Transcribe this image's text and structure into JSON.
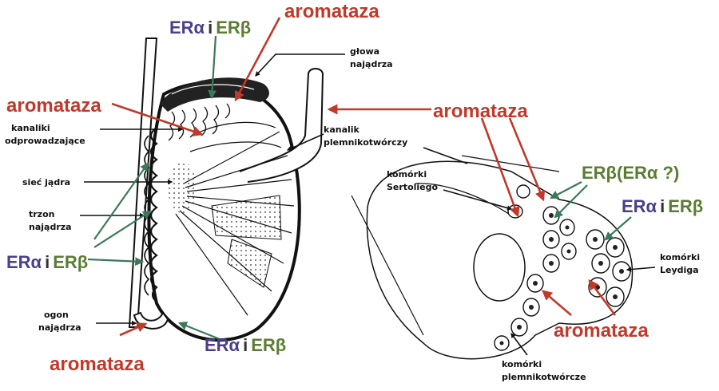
{
  "colors": {
    "aromatase_red": "#c0392b",
    "er_alpha_purple": "#4a3f8c",
    "er_beta_green": "#5a7d32",
    "line": "#111111"
  },
  "labels": {
    "aromataza": "aromataza",
    "era": "ERα",
    "i": "i",
    "erb": "ERβ",
    "erb_paren": "ERβ(ERα ?)",
    "glowa_1": "głowa",
    "glowa_2": "najądrza",
    "kanaliki_1": "kanaliki",
    "kanaliki_2": "odprowadzające",
    "siec": "sieć jądra",
    "trzon_1": "trzon",
    "trzon_2": "najądrza",
    "ogon_1": "ogon",
    "ogon_2": "najądrza",
    "kanalik_1": "kanalik",
    "kanalik_2": "plemnikotwórczy",
    "sertoli_1": "komórki",
    "sertoli_2": "Sertoliego",
    "leydig_1": "komórki",
    "leydig_2": "Leydiga",
    "plemniko_1": "komórki",
    "plemniko_2": "plemnikotwórcze"
  }
}
